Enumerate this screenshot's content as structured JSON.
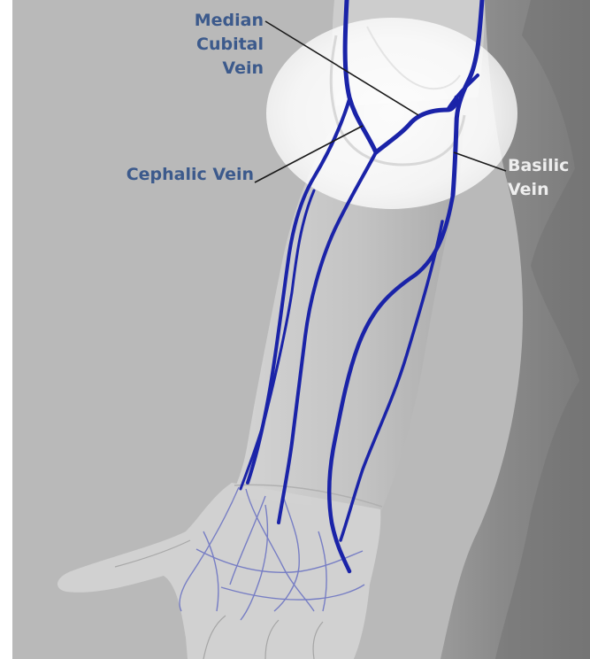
{
  "diagram": {
    "labels": {
      "median_cubital": [
        "Median",
        "Cubital",
        "Vein"
      ],
      "cephalic": "Cephalic Vein",
      "basilic": [
        "Basilic",
        "Vein"
      ]
    }
  },
  "colors": {
    "background": "#b9b9b9",
    "vein": "#1a23a8",
    "label_dark": "#3c5a8c",
    "label_light": "#eeeeee",
    "highlight": "#ffffff"
  }
}
